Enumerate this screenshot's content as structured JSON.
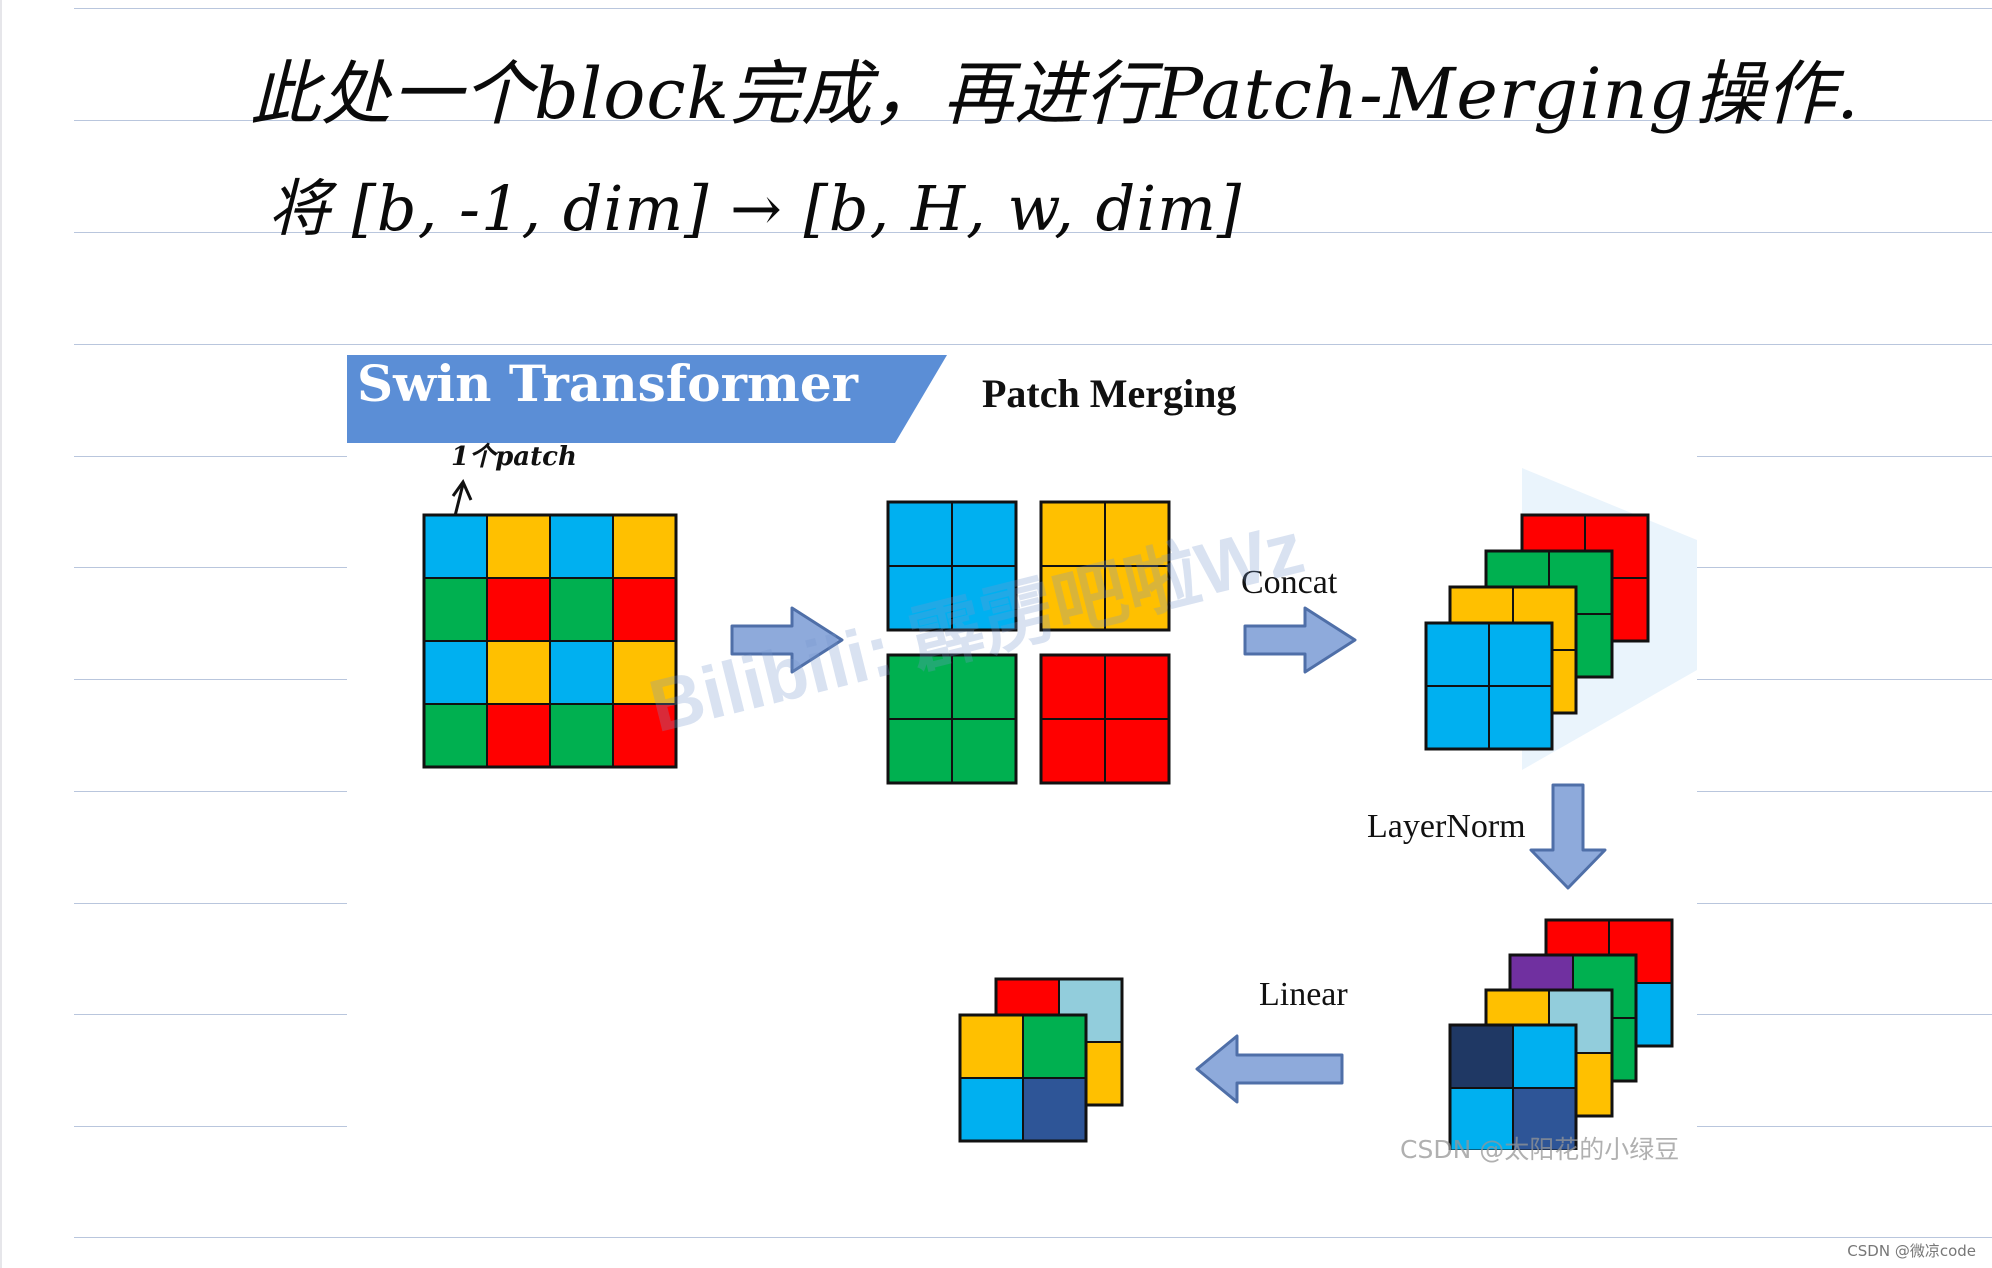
{
  "notes": {
    "line1": "此处一个block完成，再进行Patch-Merging操作.",
    "line2": "将 [b, -1, dim] → [b, H, w, dim]"
  },
  "slide": {
    "title": "Swin Transformer",
    "subtitle": "Patch Merging",
    "annotation": "1个patch",
    "labels": {
      "concat": "Concat",
      "layernorm": "LayerNorm",
      "linear": "Linear"
    },
    "watermark": "Bilibili: 霹雳吧啦Wz"
  },
  "footer": {
    "csdn_watermark": "CSDN @太阳花的小绿豆",
    "corner_watermark": "CSDN @微凉code"
  },
  "colors": {
    "blue": "#00B0F0",
    "yellow": "#FFC000",
    "green": "#00B050",
    "red": "#FF0000",
    "purple": "#7030A0",
    "light_blue": "#92CDDC",
    "navy": "#1F3864",
    "steel_blue": "#2E5597",
    "arrow_fill": "#8EAADB",
    "arrow_stroke": "#4F6FA8",
    "banner": "#5B8ED6",
    "rule_line": "#B9C6DD"
  },
  "grids": {
    "input_4x4": [
      [
        "blue",
        "yellow",
        "blue",
        "yellow"
      ],
      [
        "green",
        "red",
        "green",
        "red"
      ],
      [
        "blue",
        "yellow",
        "blue",
        "yellow"
      ],
      [
        "green",
        "red",
        "green",
        "red"
      ]
    ],
    "split_groups": [
      "blue",
      "yellow",
      "green",
      "red"
    ],
    "concat_stack_back_to_front": [
      "red",
      "green",
      "yellow",
      "blue"
    ],
    "layernorm_stack_back_to_front": [
      [
        "red",
        "red",
        "light_blue",
        "blue"
      ],
      [
        "purple",
        "green",
        "light_blue",
        "green"
      ],
      [
        "yellow",
        "light_blue",
        "light_blue",
        "yellow"
      ],
      [
        "navy",
        "blue",
        "blue",
        "steel_blue"
      ]
    ],
    "linear_stack_back_to_front": [
      [
        "red",
        "light_blue",
        "light_blue",
        "yellow"
      ],
      [
        "yellow",
        "green",
        "blue",
        "steel_blue"
      ]
    ]
  }
}
